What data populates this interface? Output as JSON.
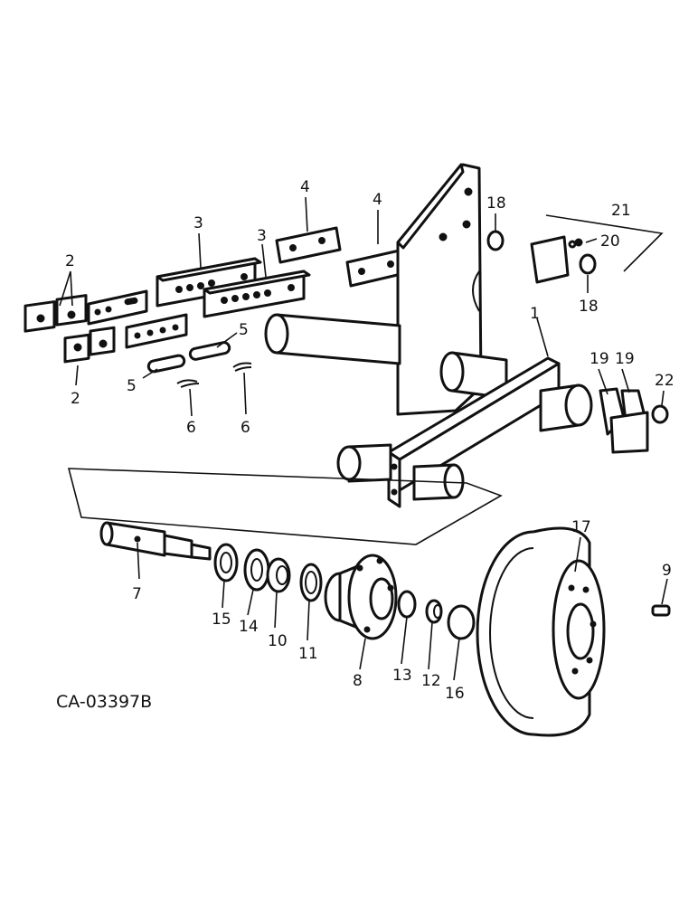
{
  "drawing_code": "CA-03397B",
  "labels": {
    "l1": "1",
    "l2a": "2",
    "l2b": "2",
    "l3a": "3",
    "l3b": "3",
    "l4a": "4",
    "l4b": "4",
    "l5a": "5",
    "l5b": "5",
    "l6a": "6",
    "l6b": "6",
    "l7": "7",
    "l8": "8",
    "l9": "9",
    "l10": "10",
    "l11": "11",
    "l12": "12",
    "l13": "13",
    "l14": "14",
    "l15": "15",
    "l16": "16",
    "l17": "17",
    "l18a": "18",
    "l18b": "18",
    "l19a": "19",
    "l19b": "19",
    "l20": "20",
    "l21": "21",
    "l22": "22"
  }
}
